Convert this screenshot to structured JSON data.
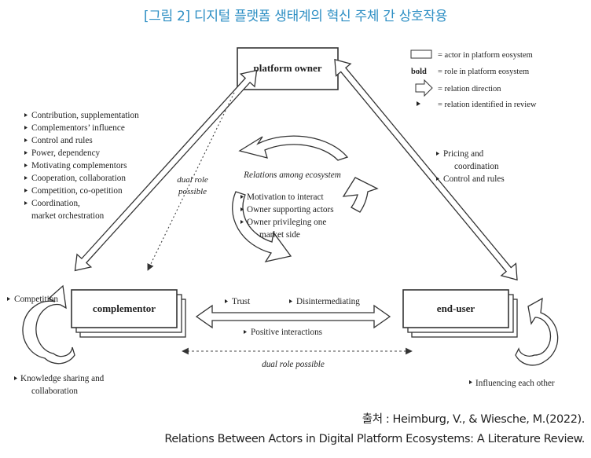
{
  "figure_title": "[그림 2] 디지털 플랫폼 생태계의 혁신 주체 간 상호작용",
  "nodes": {
    "platform_owner": "platform owner",
    "complementor": "complementor",
    "end_user": "end-user"
  },
  "legend": {
    "actor": "= actor in platform eosystem",
    "role_bold": "bold",
    "role": "= role in platform eosystem",
    "direction": "= relation direction",
    "identified": "= relation identified in review"
  },
  "left_relations": [
    "Contribution, supplementation",
    "Complementors’ influence",
    "Control and rules",
    "Power, dependency",
    "Motivating complementors",
    "Cooperation, collaboration",
    "Competition, co-opetition",
    "Coordination,",
    "market orchestration"
  ],
  "right_relations": [
    "Pricing and",
    "coordination",
    "Control and rules"
  ],
  "dual_role_upper": [
    "dual role",
    "possible"
  ],
  "center": {
    "title": "Relations among ecosystem",
    "items": [
      "Motivation to interact",
      "Owner supporting actors",
      "Owner privileging one",
      "market side"
    ]
  },
  "bottom_relations": {
    "trust": "Trust",
    "disintermediating": "Disintermediating",
    "positive": "Positive interactions",
    "dual_role": "dual role possible"
  },
  "complementor_side": {
    "competition": "Competition",
    "knowledge": [
      "Knowledge sharing and",
      "collaboration"
    ]
  },
  "enduser_side": {
    "influencing": "Influencing each other"
  },
  "source": {
    "line1": "출처 : Heimburg, V., & Wiesche, M.(2022).",
    "line2": "Relations Between Actors in Digital Platform Ecosystems: A Literature Review."
  }
}
